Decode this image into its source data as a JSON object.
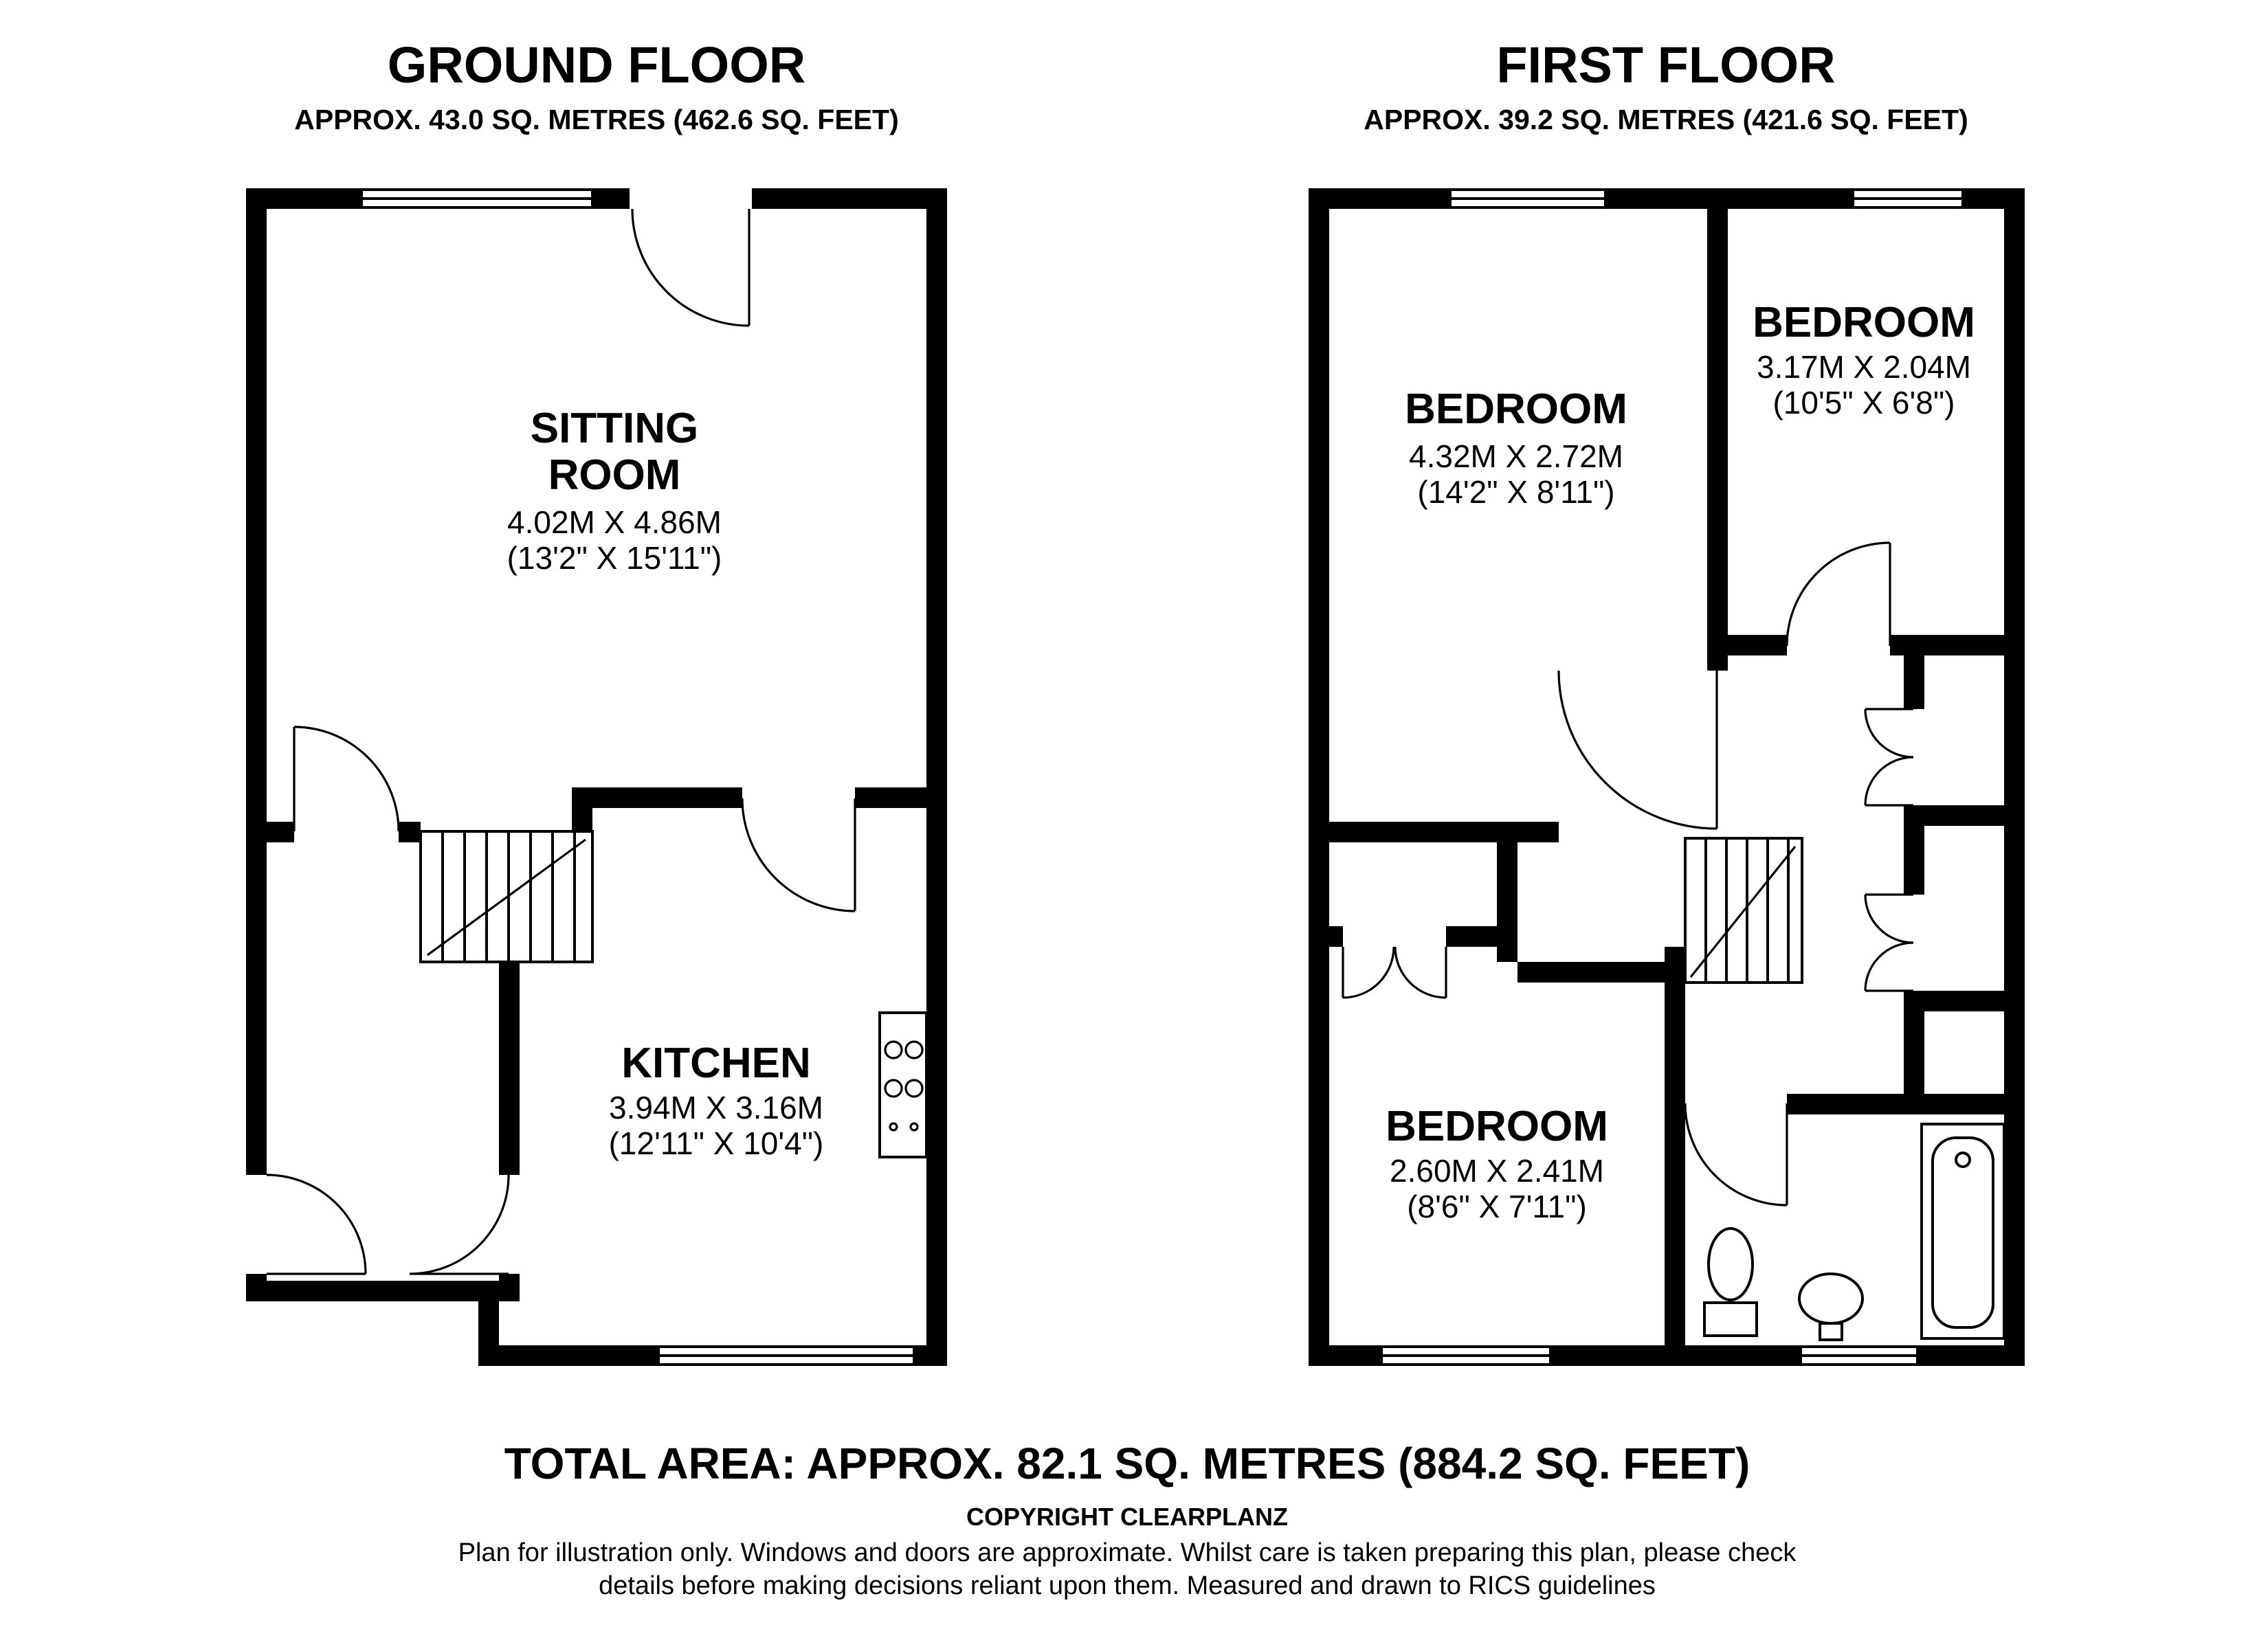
{
  "ground_floor": {
    "title": "GROUND FLOOR",
    "subtitle": "APPROX. 43.0 SQ. METRES (462.6 SQ. FEET)",
    "sitting_room": {
      "name_line1": "SITTING",
      "name_line2": "ROOM",
      "dims_metric": "4.02M X 4.86M",
      "dims_imperial": "(13'2\" X 15'11\")"
    },
    "kitchen": {
      "name": "KITCHEN",
      "dims_metric": "3.94M X 3.16M",
      "dims_imperial": "(12'11\" X 10'4\")"
    }
  },
  "first_floor": {
    "title": "FIRST FLOOR",
    "subtitle": "APPROX. 39.2 SQ. METRES (421.6 SQ. FEET)",
    "bedroom_1": {
      "name": "BEDROOM",
      "dims_metric": "4.32M X 2.72M",
      "dims_imperial": "(14'2\" X 8'11\")"
    },
    "bedroom_2": {
      "name": "BEDROOM",
      "dims_metric": "3.17M X 2.04M",
      "dims_imperial": "(10'5\" X 6'8\")"
    },
    "bedroom_3": {
      "name": "BEDROOM",
      "dims_metric": "2.60M X 2.41M",
      "dims_imperial": "(8'6\" X 7'11\")"
    }
  },
  "footer": {
    "total_area": "TOTAL AREA: APPROX. 82.1 SQ. METRES (884.2 SQ. FEET)",
    "copyright": "COPYRIGHT CLEARPLANZ",
    "disclaimer_line1": "Plan for illustration only. Windows and doors are approximate. Whilst care is taken preparing this plan, please check",
    "disclaimer_line2": "details before making decisions reliant upon them. Measured and drawn to RICS guidelines"
  },
  "symbols": {
    "door": "quarter-circle-door-swing",
    "window": "double-line-window",
    "stairs": "stairs-with-treads",
    "fixtures": [
      "hob",
      "toilet",
      "sink",
      "bathtub"
    ]
  },
  "colors": {
    "wall": "#000000",
    "background": "#ffffff"
  }
}
